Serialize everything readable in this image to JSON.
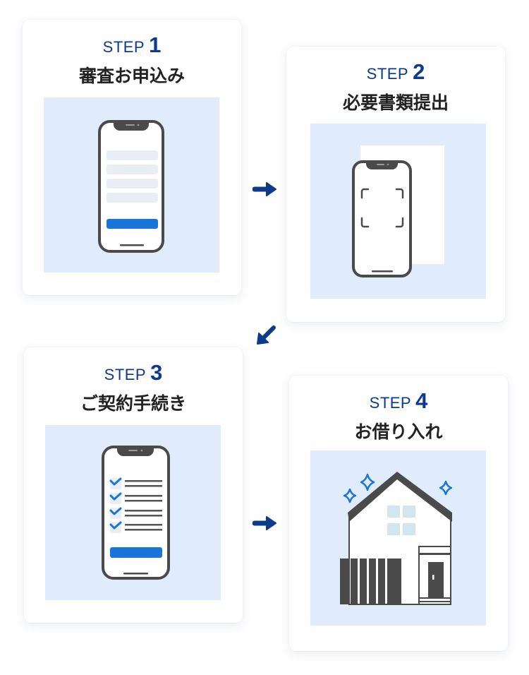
{
  "colors": {
    "accent_navy": "#0d3a8a",
    "title_text": "#222222",
    "illustration_bg": "#e0ebfc",
    "phone_frame": "#4a4a4a",
    "ui_blue": "#1976d8",
    "form_field": "#e8eef4",
    "window_pane": "#d3e5ee"
  },
  "steps": [
    {
      "word": "STEP",
      "number": "1",
      "title": "審査お申込み",
      "illustration": "phone-form-icon"
    },
    {
      "word": "STEP",
      "number": "2",
      "title": "必要書類提出",
      "illustration": "phone-scan-document-icon"
    },
    {
      "word": "STEP",
      "number": "3",
      "title": "ご契約手続き",
      "illustration": "phone-checklist-icon"
    },
    {
      "word": "STEP",
      "number": "4",
      "title": "お借り入れ",
      "illustration": "house-sparkle-icon"
    }
  ],
  "arrows": [
    {
      "from": 1,
      "to": 2,
      "direction": "right"
    },
    {
      "from": 2,
      "to": 3,
      "direction": "down-left"
    },
    {
      "from": 3,
      "to": 4,
      "direction": "right"
    }
  ]
}
